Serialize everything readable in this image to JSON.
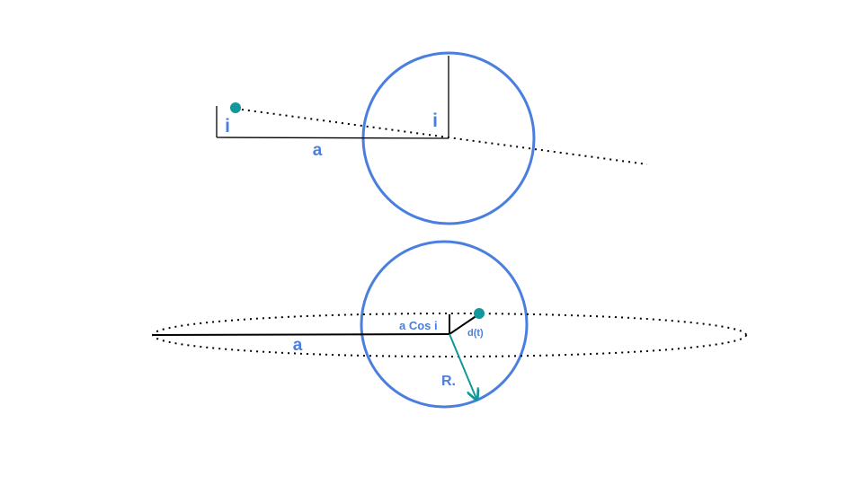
{
  "colors": {
    "planet_circle": "#4a7fdf",
    "label_blue": "#4a7fdf",
    "teal": "#12979a",
    "line": "#000000",
    "background": "#ffffff"
  },
  "top_view": {
    "inclination_label_left": "i",
    "inclination_label_right": "i",
    "semi_major_axis_label": "a"
  },
  "bottom_view": {
    "projected_offset_label": "a Cos i",
    "distance_label": "d(t)",
    "semi_major_axis_label": "a",
    "radius_label": "R."
  }
}
